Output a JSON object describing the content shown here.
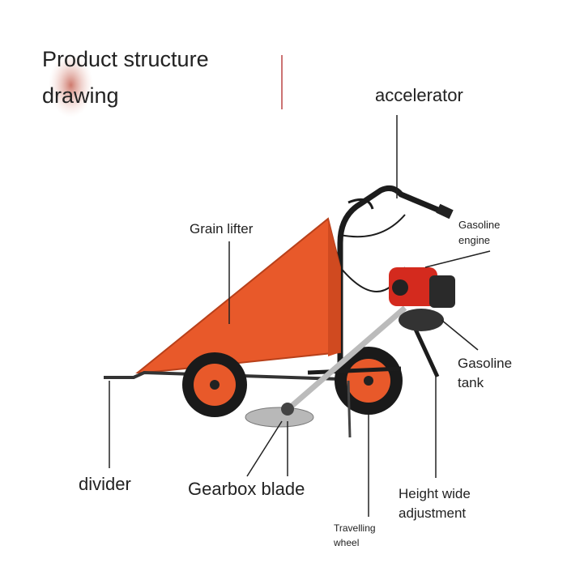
{
  "title": {
    "line1": "Product structure",
    "line2": "drawing"
  },
  "labels": {
    "accelerator": "accelerator",
    "grain_lifter": "Grain lifter",
    "gasoline_engine_1": "Gasoline",
    "gasoline_engine_2": "engine",
    "gasoline_tank_1": "Gasoline",
    "gasoline_tank_2": "tank",
    "divider": "divider",
    "gearbox_blade": "Gearbox blade",
    "travelling_wheel_1": "Travelling",
    "travelling_wheel_2": "wheel",
    "height_adjust_1": "Height wide",
    "height_adjust_2": "adjustment"
  },
  "colors": {
    "body": "#e8592a",
    "engine": "#d42a1e",
    "frame": "#1c1c1c",
    "accent": "#c9675a"
  }
}
